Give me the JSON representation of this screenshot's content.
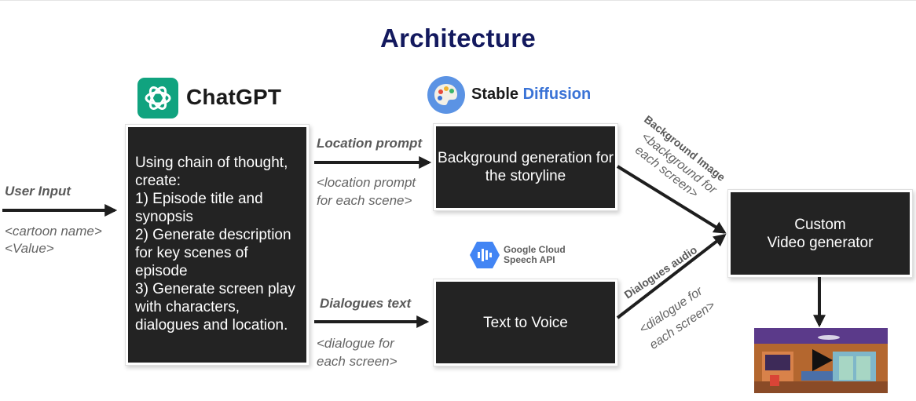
{
  "title": "Architecture",
  "logos": {
    "chatgpt": {
      "text": "ChatGPT",
      "icon": "openai-logo-icon",
      "color": "#10a37f"
    },
    "stable_diffusion": {
      "text_part1": "Stable",
      "text_part2": "Diffusion",
      "icon": "palette-icon",
      "accent": "#3a73d6"
    },
    "google_cloud": {
      "text": "Google Cloud\nSpeech API",
      "icon": "audio-waveform-icon"
    }
  },
  "user_input": {
    "label": "User Input",
    "value_line1": "<cartoon name>",
    "value_line2": "<Value>"
  },
  "chatgpt_box": {
    "lines": [
      "Using chain of thought, create:",
      "1) Episode title and synopsis",
      "2) Generate description for key scenes of episode",
      "3) Generate screen play with characters, dialogues and location."
    ]
  },
  "location_prompt": {
    "label": "Location prompt",
    "value_line1": "<location prompt",
    "value_line2": "for each scene>"
  },
  "dialogues_text": {
    "label": "Dialogues text",
    "value_line1": "<dialogue for",
    "value_line2": "each screen>"
  },
  "background_box": {
    "text": "Background generation for the storyline"
  },
  "tts_box": {
    "text": "Text to Voice"
  },
  "background_image": {
    "label": "Background Image",
    "value_line1": "<background for",
    "value_line2": "each screen>"
  },
  "dialogues_audio": {
    "label": "Dialogues audio",
    "value_line1": "<dialogue for",
    "value_line2": "each screen>"
  },
  "video_box": {
    "line1": "Custom",
    "line2": "Video generator"
  },
  "output_thumbnail": {
    "icon": "play-icon"
  },
  "colors": {
    "title": "#13195e",
    "box": "#232323",
    "arrow": "#1e1e1e",
    "label": "#5a5a5a"
  }
}
